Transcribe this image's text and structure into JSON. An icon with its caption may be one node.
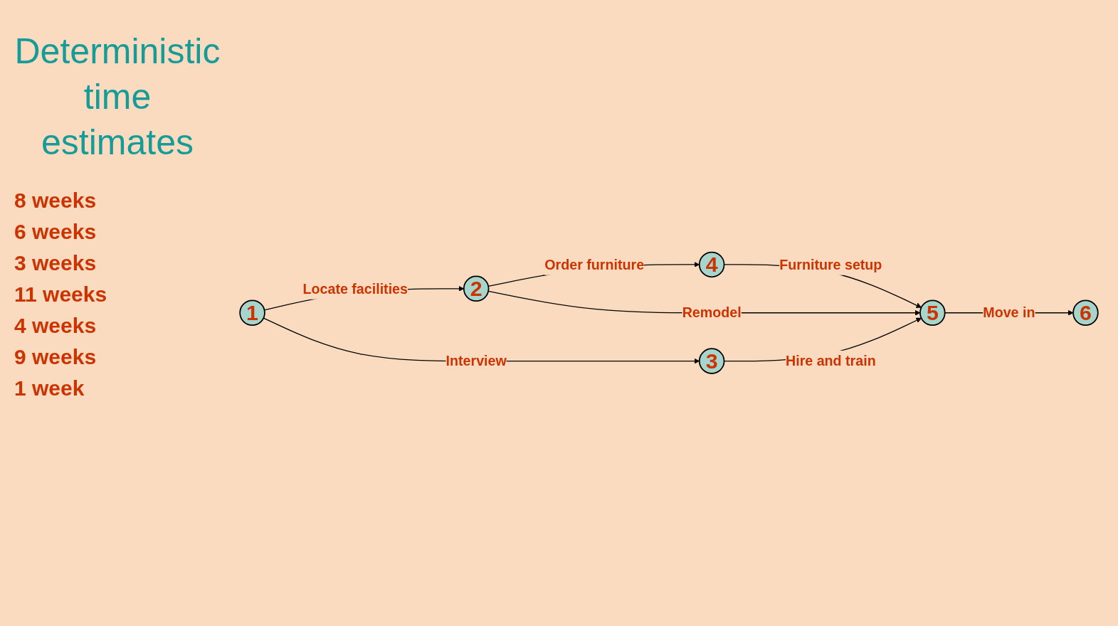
{
  "diagram": {
    "title": "Deterministic time estimates",
    "nodes": [
      {
        "text": [
          "1"
        ]
      },
      {
        "text": [
          "2"
        ]
      },
      {
        "text": [
          "3"
        ]
      },
      {
        "text": [
          "4"
        ]
      },
      {
        "text": [
          "5"
        ]
      },
      {
        "text": [
          "6"
        ]
      }
    ],
    "edges": [
      {
        "from": 0,
        "to": 1,
        "arrow": "to",
        "label": "Locate facilities"
      },
      {
        "from": 1,
        "to": 3,
        "arrow": "to",
        "label": "Order furniture"
      },
      {
        "from": 3,
        "to": 4,
        "arrow": "to",
        "label": "Furniture setup"
      },
      {
        "from": 1,
        "to": 4,
        "arrow": "to",
        "label": "Remodel"
      },
      {
        "from": 0,
        "to": 2,
        "arrow": "to",
        "label": "Interview"
      },
      {
        "from": 2,
        "to": 4,
        "arrow": "to",
        "label": "Hire and train"
      },
      {
        "from": 4,
        "to": 5,
        "arrow": "to",
        "label": "Move in"
      }
    ],
    "labels": [
      "8 weeks",
      "6 weeks",
      "3 weeks",
      "11 weeks",
      "4 weeks",
      "9 weeks",
      "1 week"
    ]
  }
}
